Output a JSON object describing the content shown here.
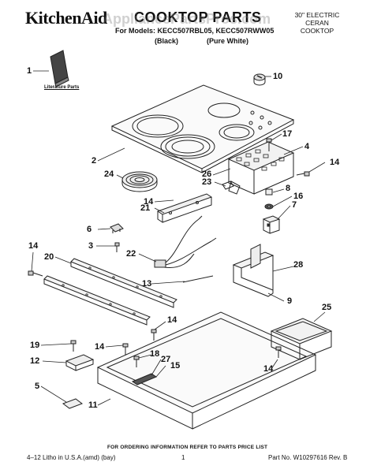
{
  "header": {
    "brand": "KitchenAid",
    "title": "COOKTOP PARTS",
    "watermark": "AppliancePartsPros.com",
    "models_line": "For Models: KECC507RBL05, KECC507RWW05",
    "color_black": "(Black)",
    "color_white": "(Pure White)",
    "product_line1": "30\" ELECTRIC",
    "product_line2": "CERAN",
    "product_line3": "COOKTOP"
  },
  "literature_label": "Literature Parts",
  "callouts": [
    "1",
    "2",
    "3",
    "4",
    "5",
    "6",
    "7",
    "8",
    "9",
    "10",
    "11",
    "12",
    "13",
    "14",
    "14",
    "14",
    "14",
    "14",
    "14",
    "15",
    "16",
    "17",
    "18",
    "19",
    "20",
    "21",
    "22",
    "23",
    "24",
    "25",
    "26",
    "27",
    "28"
  ],
  "footer": {
    "ordering_note": "FOR ORDERING INFORMATION REFER TO PARTS PRICE LIST",
    "litho": "4–12 Litho in U.S.A.(amd) (bay)",
    "page": "1",
    "part_no": "Part No. W10297616 Rev. B"
  }
}
